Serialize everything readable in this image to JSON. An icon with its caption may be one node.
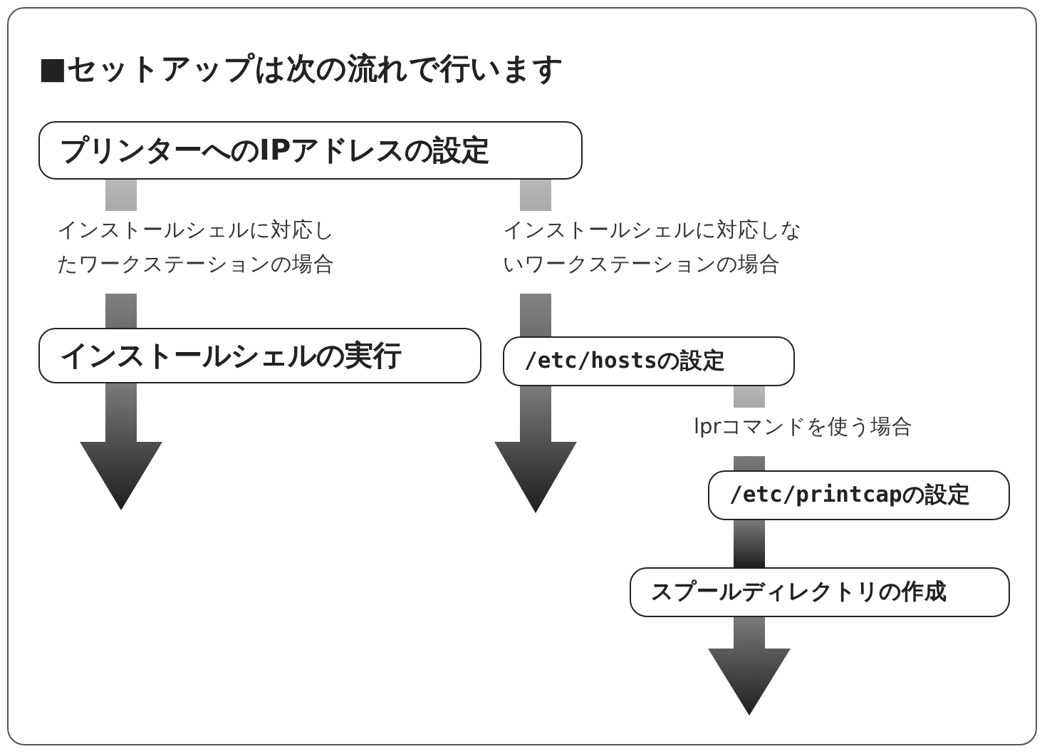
{
  "diagram": {
    "title": "■セットアップは次の流れで行います",
    "nodes": [
      {
        "text": [
          "プリンターへのIPアドレスの設定"
        ]
      },
      {
        "text": [
          "インストールシェルの実行"
        ]
      },
      {
        "text": [
          "/etc/hostsの設定"
        ]
      },
      {
        "text": [
          "/etc/printcapの設定"
        ]
      },
      {
        "text": [
          "スプールディレクトリの作成"
        ]
      }
    ],
    "edges": [
      {
        "from": 0,
        "to": 1,
        "arrow": "none",
        "label": "インストールシェルに対応したワークステーションの場合"
      },
      {
        "from": 0,
        "to": 2,
        "arrow": "none",
        "label": "インストールシェルに対応しないワークステーションの場合"
      },
      {
        "from": 2,
        "to": 3,
        "arrow": "none",
        "label": "lprコマンドを使う場合"
      },
      {
        "from": 3,
        "to": 4,
        "arrow": "none"
      },
      {
        "from": 1,
        "to": null,
        "arrow": "to"
      },
      {
        "from": 2,
        "to": null,
        "arrow": "to"
      },
      {
        "from": 4,
        "to": null,
        "arrow": "to"
      }
    ]
  }
}
